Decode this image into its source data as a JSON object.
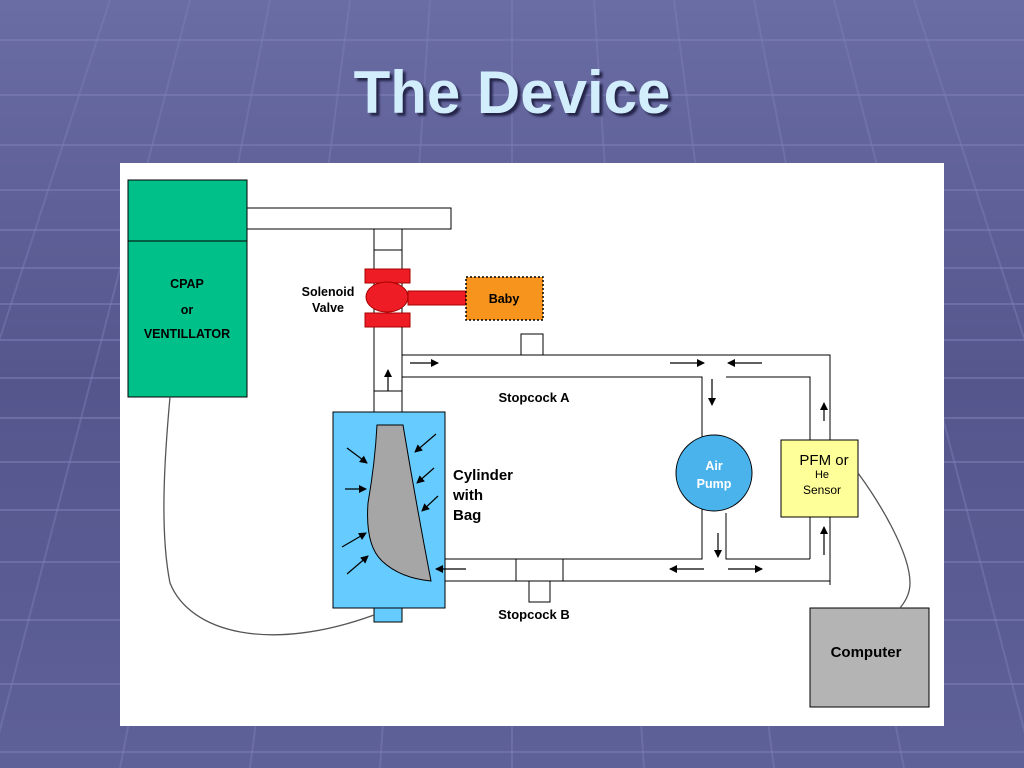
{
  "slide": {
    "title": "The Device"
  },
  "diagram": {
    "cpap": {
      "line1": "CPAP",
      "line2": "or",
      "line3": "VENTILLATOR"
    },
    "solenoid": {
      "line1": "Solenoid",
      "line2": "Valve"
    },
    "baby": {
      "label": "Baby"
    },
    "stopcock_a": {
      "label": "Stopcock A"
    },
    "stopcock_b": {
      "label": "Stopcock B"
    },
    "cylinder": {
      "line1": "Cylinder",
      "line2": "with",
      "line3": "Bag"
    },
    "air_pump": {
      "line1": "Air",
      "line2": "Pump"
    },
    "sensor": {
      "line1": "PFM or",
      "line2": "He",
      "line3": "Sensor"
    },
    "computer": {
      "label": "Computer"
    },
    "colors": {
      "cpap": "#00c08a",
      "valve": "#ee1c24",
      "baby": "#f7941d",
      "cylinder": "#66ccff",
      "bag": "#a6a6a6",
      "pump": "#4bb3ec",
      "sensor": "#ffff99",
      "computer": "#b4b4b4"
    }
  }
}
